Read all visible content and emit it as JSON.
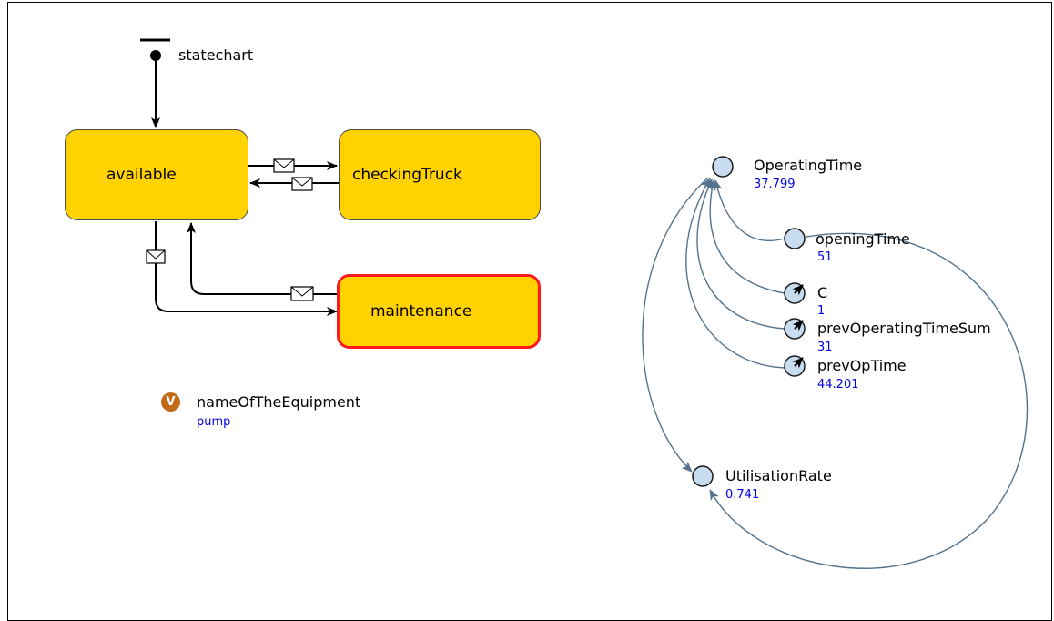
{
  "statechart": {
    "entry_label": "statechart",
    "states": {
      "available": "available",
      "checking_truck": "checkingTruck",
      "maintenance": "maintenance"
    },
    "active_state": "maintenance",
    "active_color": "#ff1a1a",
    "state_color": "#ffd200"
  },
  "variable": {
    "badge": "V",
    "name": "nameOfTheEquipment",
    "value": "pump",
    "badge_color": "#c06a15"
  },
  "dynamic_vars": [
    {
      "name": "OperatingTime",
      "value": "37.799",
      "kind": "dynamic"
    },
    {
      "name": "openingTime",
      "value": "51",
      "kind": "dynamic"
    },
    {
      "name": "C",
      "value": "1",
      "kind": "parameter"
    },
    {
      "name": "prevOperatingTimeSum",
      "value": "31",
      "kind": "parameter"
    },
    {
      "name": "prevOpTime",
      "value": "44.201",
      "kind": "parameter"
    },
    {
      "name": "UtilisationRate",
      "value": "0.741",
      "kind": "dynamic"
    }
  ],
  "colors": {
    "value_text": "#0000e6",
    "link_line": "#55738c",
    "node_fill": "#c8dcf0"
  }
}
